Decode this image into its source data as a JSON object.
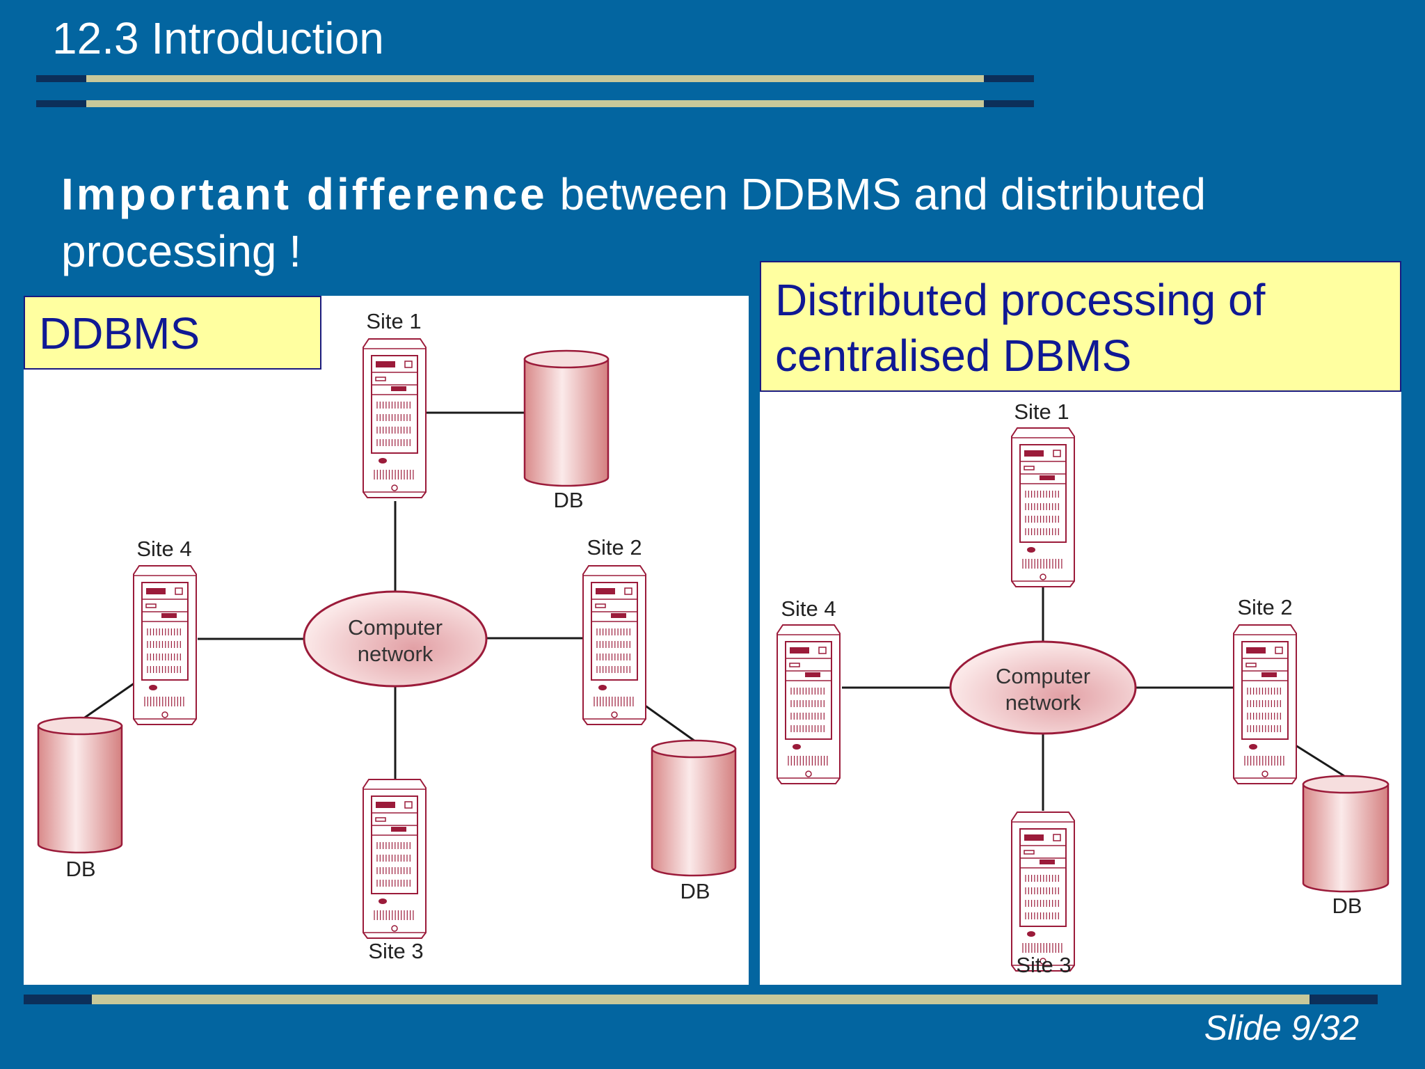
{
  "slide": {
    "title": "12.3 Introduction",
    "heading_bold": "Important difference",
    "heading_rest": " between DDBMS and distributed processing !",
    "slide_number": "Slide 9/32"
  },
  "left_diagram": {
    "label": "DDBMS",
    "network_label_line1": "Computer",
    "network_label_line2": "network",
    "sites": [
      {
        "label": "Site 1"
      },
      {
        "label": "Site 2"
      },
      {
        "label": "Site 3"
      },
      {
        "label": "Site 4"
      }
    ],
    "databases": [
      {
        "label": "DB"
      },
      {
        "label": "DB"
      },
      {
        "label": "DB"
      }
    ]
  },
  "right_diagram": {
    "label_line1": "Distributed processing of",
    "label_line2": "centralised DBMS",
    "network_label_line1": "Computer",
    "network_label_line2": "network",
    "sites": [
      {
        "label": "Site 1"
      },
      {
        "label": "Site 2"
      },
      {
        "label": "Site 3"
      },
      {
        "label": "Site 4"
      }
    ],
    "databases": [
      {
        "label": "DB"
      }
    ]
  },
  "colors": {
    "background": "#0365a0",
    "rule_light": "#c8c89a",
    "rule_dark": "#0c2f5a",
    "label_fill": "#ffffa0",
    "label_text": "#0f1894",
    "device_stroke": "#9b1b3a"
  }
}
